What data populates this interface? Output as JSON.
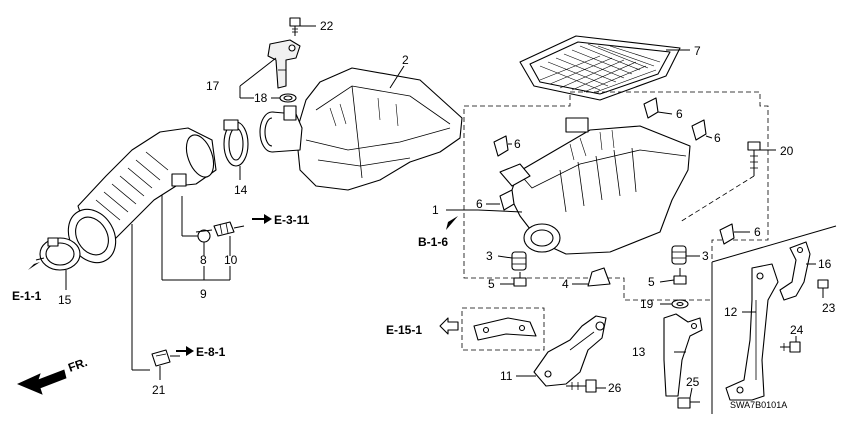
{
  "diagram": {
    "callouts": {
      "c1": "1",
      "c2": "2",
      "c3a": "3",
      "c3b": "3",
      "c4": "4",
      "c5a": "5",
      "c5b": "5",
      "c6a": "6",
      "c6b": "6",
      "c6c": "6",
      "c6d": "6",
      "c6e": "6",
      "c7": "7",
      "c8": "8",
      "c9": "9",
      "c10": "10",
      "c11": "11",
      "c12": "12",
      "c13": "13",
      "c14": "14",
      "c15": "15",
      "c16": "16",
      "c17": "17",
      "c18": "18",
      "c19": "19",
      "c20": "20",
      "c21": "21",
      "c22": "22",
      "c23": "23",
      "c24": "24",
      "c25": "25",
      "c26": "26"
    },
    "references": {
      "e311": "E-3-11",
      "b16": "B-1-6",
      "e11": "E-1-1",
      "e81": "E-8-1",
      "e151": "E-15-1"
    },
    "front_label": "FR.",
    "diagram_code": "SWA7B0101A"
  }
}
